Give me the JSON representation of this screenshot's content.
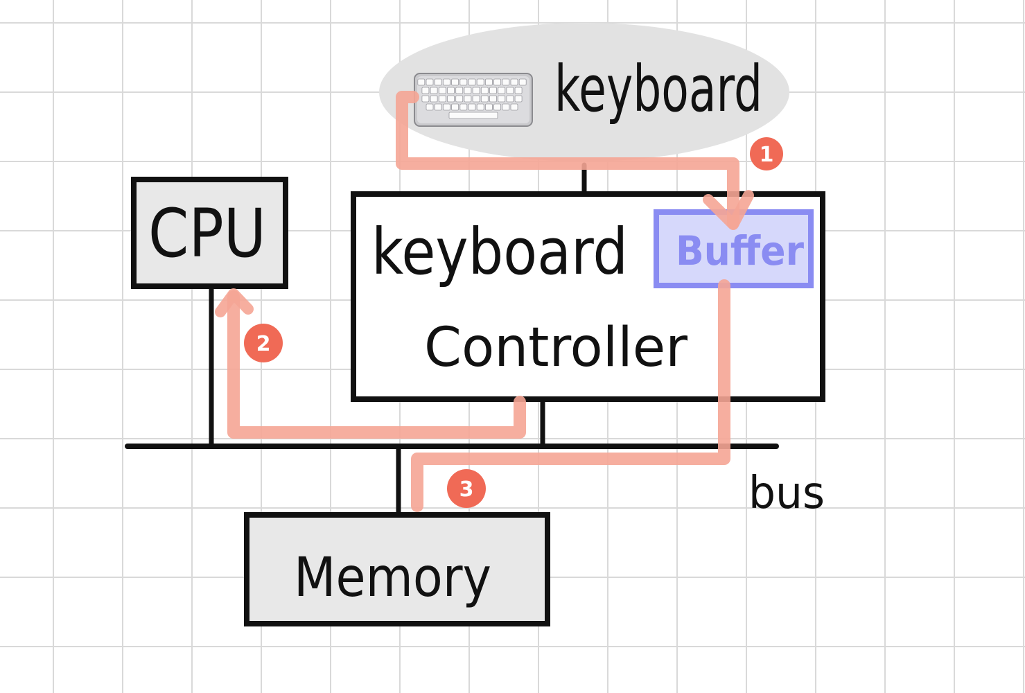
{
  "labels": {
    "keyboard_device": "keyboard",
    "cpu": "CPU",
    "controller_line1": "keyboard",
    "controller_line2": "Controller",
    "buffer": "Buffer",
    "bus": "bus",
    "memory": "Memory"
  },
  "steps": [
    "1",
    "2",
    "3"
  ],
  "colors": {
    "grid": "#d9d9d9",
    "stroke": "#111111",
    "box_fill": "#e8e8e8",
    "cloud": "#e2e2e2",
    "flow": "#f5a595",
    "step_badge": "#f06a56",
    "buffer": "#8a8cf2",
    "buffer_fill": "#d6d8fb"
  },
  "icons": {
    "keyboard": "keyboard-icon"
  }
}
